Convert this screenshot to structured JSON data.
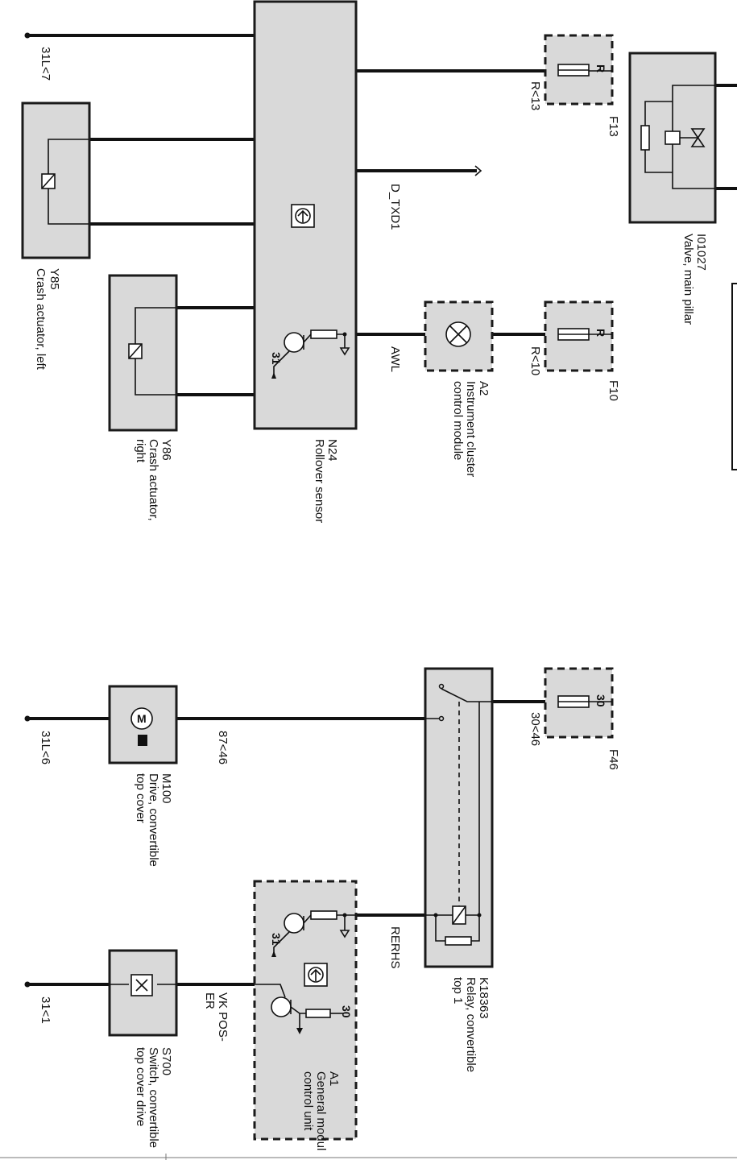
{
  "components": {
    "y85": {
      "code": "Y85",
      "name": "Crash actuator, left"
    },
    "y86": {
      "code": "Y86",
      "name1": "Crash actuator,",
      "name2": "right"
    },
    "n24": {
      "code": "N24",
      "name": "Rollover sensor"
    },
    "a2": {
      "code": "A2",
      "name1": "Instrument cluster",
      "name2": "control module"
    },
    "f10": {
      "code": "F10",
      "pin": "R"
    },
    "f13": {
      "code": "F13",
      "pin": "R"
    },
    "i01027": {
      "code": "I01027",
      "name": "Valve, main pillar"
    },
    "m100": {
      "code": "M100",
      "name1": "Drive, convertible",
      "name2": "top cover"
    },
    "k18363": {
      "code": "K18363",
      "name1": "Relay, convertible",
      "name2": "top 1"
    },
    "f46": {
      "code": "F46",
      "pin": "30"
    },
    "a1": {
      "code": "A1",
      "name1": "General modul",
      "name2": "control unit"
    },
    "s700": {
      "code": "S700",
      "name1": "Switch, convertible",
      "name2": "top cover drive"
    }
  },
  "wires": {
    "w_31l7": "31L<7",
    "w_r13": "R<13",
    "w_dtxd1": "D_TXD1",
    "w_awl": "AWL",
    "w_r10": "R<10",
    "w_31l6": "31L<6",
    "w_87_46": "87<46",
    "w_30_46": "30<46",
    "w_rerhs": "RERHS",
    "w_vkpos1": "VK POS-",
    "w_vkpos2": "ER",
    "w_31_1": "31<1"
  },
  "pins": {
    "ground_31": "31",
    "supply_30": "30"
  }
}
